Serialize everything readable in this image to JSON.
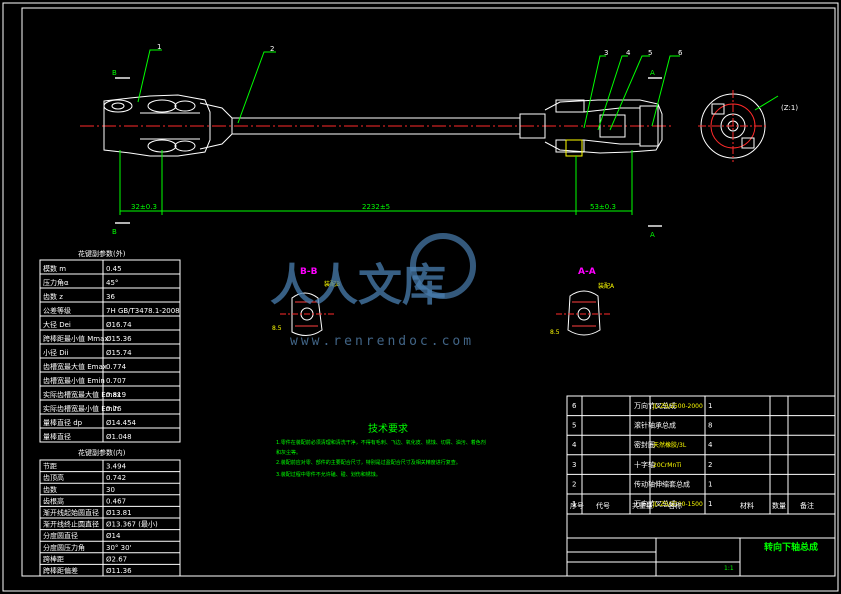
{
  "callouts": [
    "1",
    "2",
    "3",
    "4",
    "5",
    "6"
  ],
  "section_marks": {
    "b": "B",
    "a": "A"
  },
  "dimensions": {
    "left": "32±0.3",
    "middle": "2232±5",
    "right": "53±0.3",
    "end_view": "(Z:1)"
  },
  "section_titles": {
    "bb": "B-B",
    "aa": "A-A"
  },
  "section_notes": {
    "bb": "装配B",
    "aa": "装配A"
  },
  "section_dims": {
    "bb": "8.5",
    "aa": "8.5"
  },
  "params_table_1": {
    "title": "花键副参数(外)",
    "rows": [
      [
        "模数 m",
        "0.45"
      ],
      [
        "压力角α",
        "45°"
      ],
      [
        "齿数 z",
        "36"
      ],
      [
        "公差等级",
        "7H GB/T3478.1-2008"
      ],
      [
        "大径 Dei",
        "Ø16.74"
      ],
      [
        "跨棒距最小值 Mmax",
        "Ø15.36"
      ],
      [
        "小径 Dii",
        "Ø15.74"
      ],
      [
        "齿槽宽最大值 Emax",
        "0.774"
      ],
      [
        "齿槽宽最小值 Emin",
        "0.707"
      ],
      [
        "实际齿槽宽最大值 Emax",
        "0.819"
      ],
      [
        "实际齿槽宽最小值 Emin",
        "0.76"
      ],
      [
        "量棒直径 dp",
        "Ø14.454"
      ],
      [
        "量棒直径",
        "Ø1.048"
      ]
    ]
  },
  "params_table_2": {
    "title": "花键副参数(内)",
    "rows": [
      [
        "节距",
        "3.494"
      ],
      [
        "齿顶高",
        "0.742"
      ],
      [
        "齿数",
        "30"
      ],
      [
        "齿根高",
        "0.467"
      ],
      [
        "渐开线起始圆直径",
        "Ø13.81"
      ],
      [
        "渐开线终止圆直径",
        "Ø13.367 (最小)"
      ],
      [
        "分度圆直径",
        "Ø14"
      ],
      [
        "分度圆压力角",
        "30° 30'"
      ],
      [
        "跨棒距",
        "Ø2.67"
      ],
      [
        "跨棒距偏差",
        "Ø11.36"
      ]
    ]
  },
  "tech_req": {
    "title": "技术要求",
    "lines": [
      "1.零件在装配前必须清理和清洗干净，不得有毛刺、飞边、氧化皮、锈蚀、切屑、油污、着色剂",
      "和灰尘等。",
      "2.装配前应对零、部件的主要配合尺寸，特别是过盈配合尺寸及相关精度进行复查。",
      "3.装配过程中零件不允许磕、碰、划伤和锈蚀。"
    ]
  },
  "parts_list": {
    "rows": [
      [
        "6",
        "",
        "万向节叉总成",
        "JL-ZS/2500-2000",
        "1",
        ""
      ],
      [
        "5",
        "",
        "滚针轴承总成",
        "",
        "8",
        ""
      ],
      [
        "4",
        "",
        "密封圈",
        "天然橡胶/3L",
        "4",
        ""
      ],
      [
        "3",
        "",
        "十字轴",
        "20CrMnTi",
        "2",
        ""
      ],
      [
        "2",
        "",
        "传动轴伸缩套总成",
        "",
        "1",
        ""
      ],
      [
        "1",
        "",
        "万向节叉总成",
        "JL-ZS/2500-1500",
        "1",
        ""
      ]
    ],
    "header": [
      "序号",
      "代号",
      "共重量",
      "名称",
      "材料",
      "数量",
      "备注"
    ]
  },
  "title_block": {
    "name": "转向下轴总成",
    "scale": "1:1"
  },
  "watermark": {
    "cn": "人人文库",
    "url": "www.renrendoc.com"
  }
}
